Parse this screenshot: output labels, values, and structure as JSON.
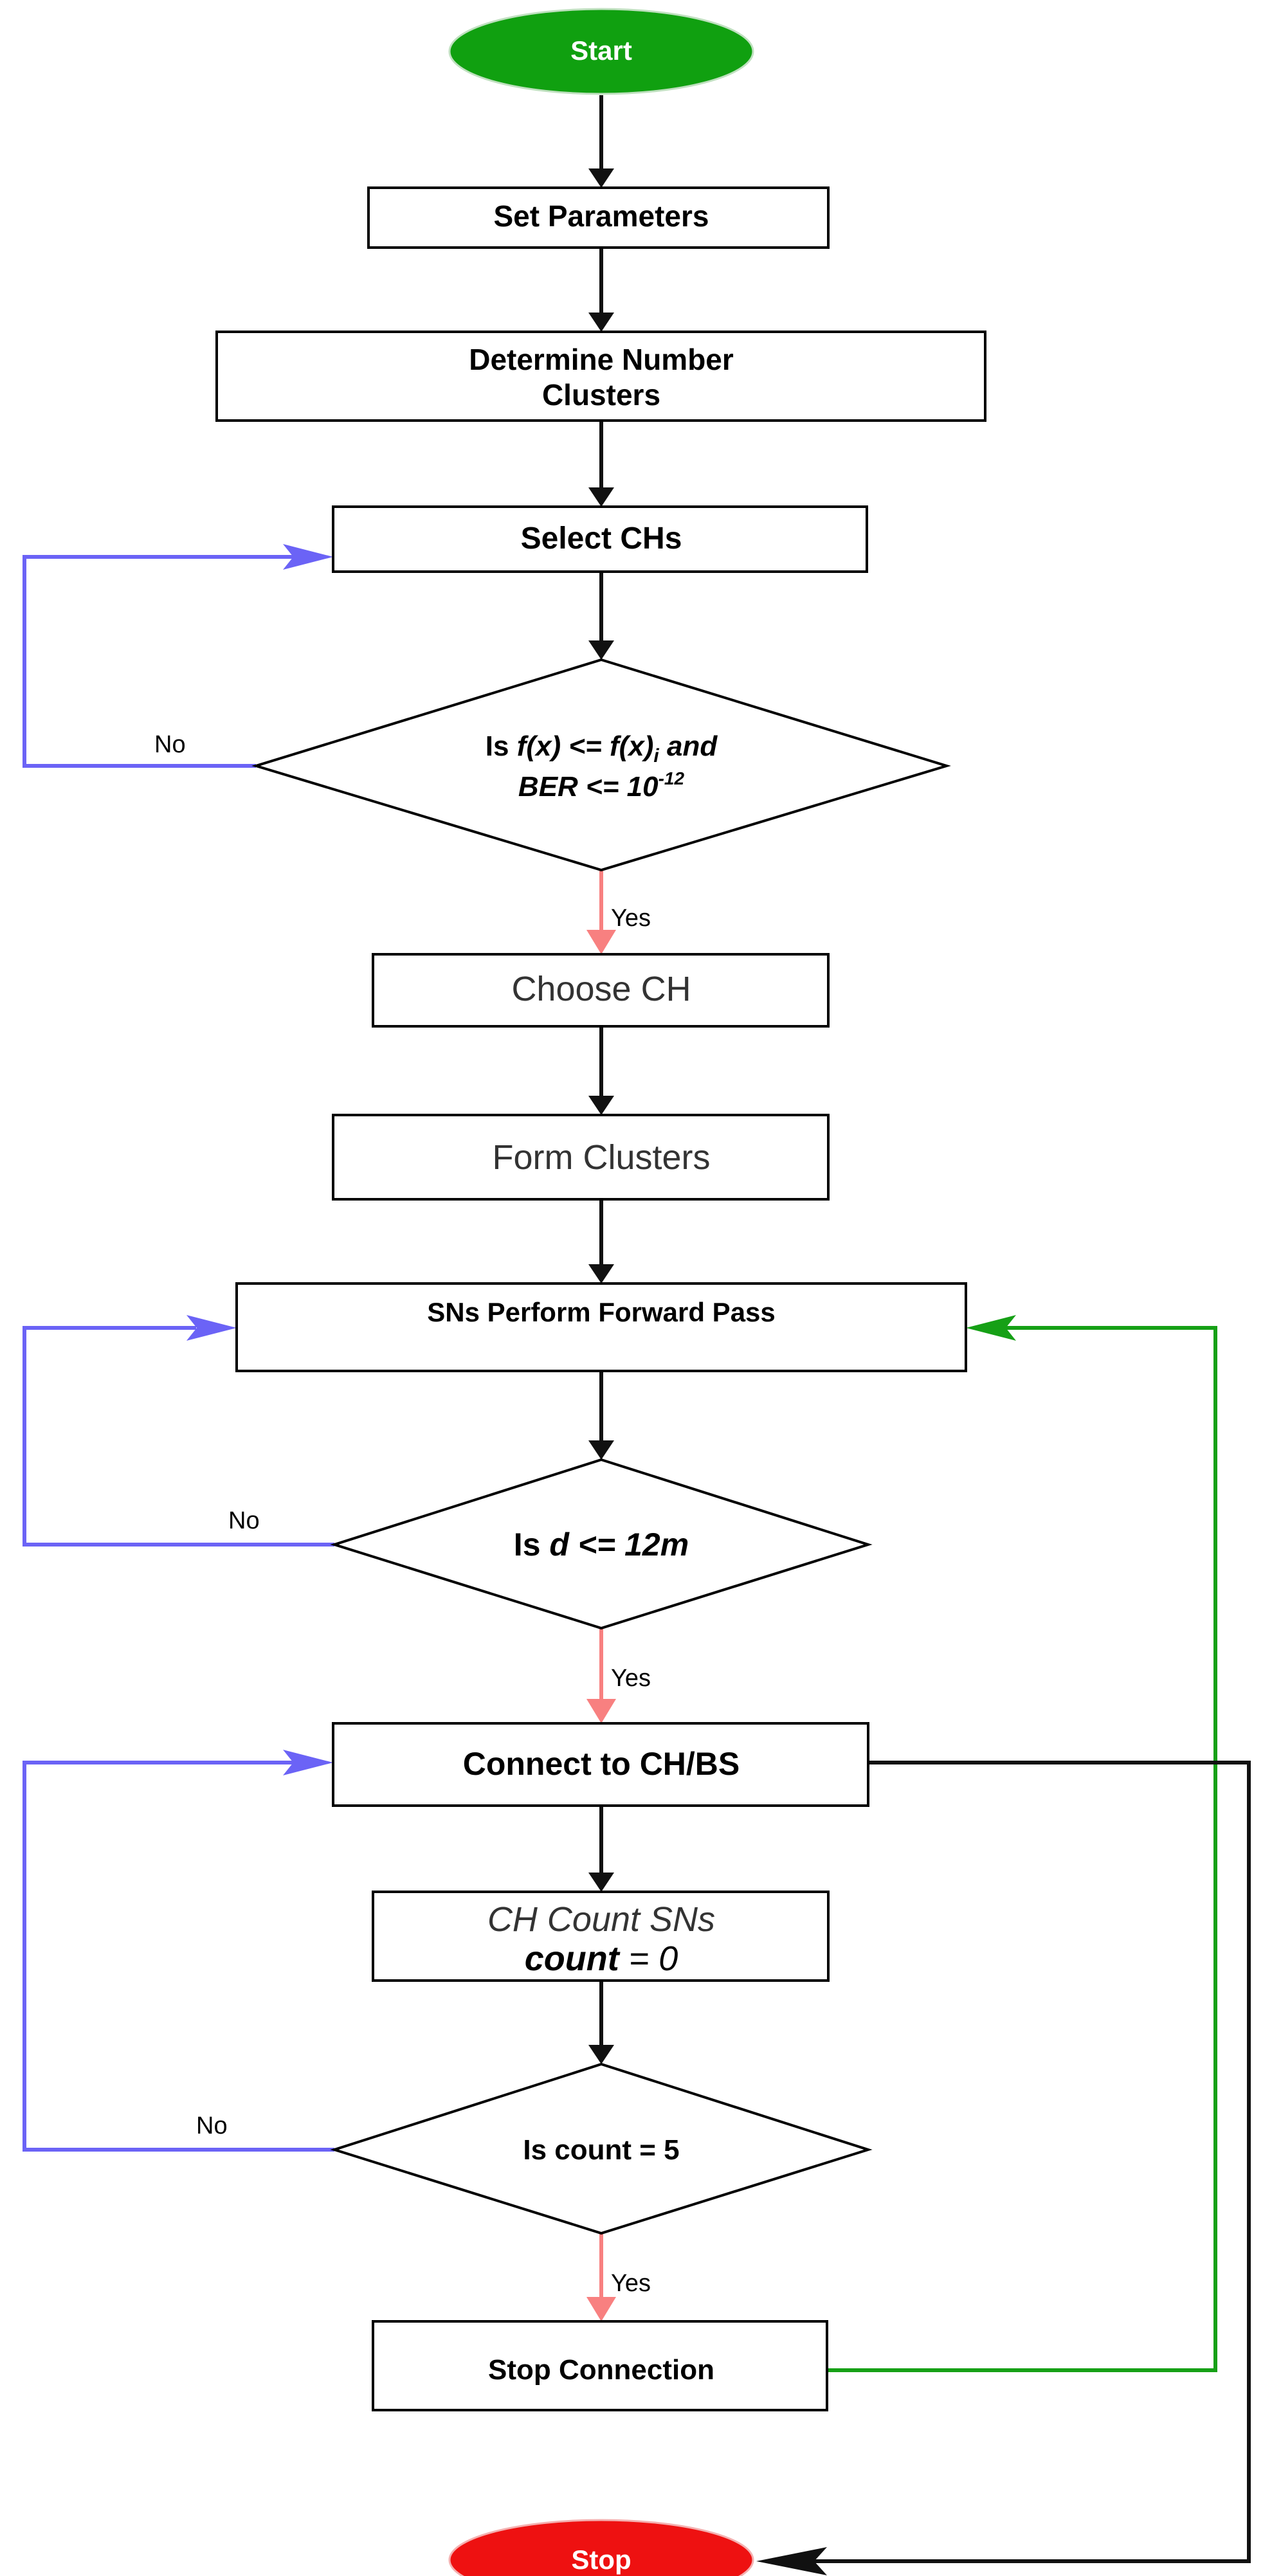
{
  "colors": {
    "start_fill": "#10a010",
    "stop_fill": "#ee1111",
    "no_edge": "#6b63f6",
    "yes_edge": "#f88080",
    "green_edge": "#16a016",
    "black_edge": "#111111"
  },
  "nodes": {
    "start": {
      "label": "Start"
    },
    "set_parameters": {
      "label": "Set Parameters"
    },
    "determine_clusters": {
      "line1": "Determine Number",
      "line2": "Clusters"
    },
    "select_chs": {
      "label": "Select CHs"
    },
    "decision_fx": {
      "l1_is": "Is ",
      "l1_fx": "f(x)",
      "l1_op": " <= ",
      "l1_fxi": "f(x)",
      "l1_sub": "i",
      "l1_and": " and",
      "l2_ber": "BER <= 10",
      "l2_exp": "-12"
    },
    "choose_ch": {
      "label": "Choose CH"
    },
    "form_clusters": {
      "label": "Form Clusters"
    },
    "forward_pass": {
      "label": "SNs Perform Forward Pass"
    },
    "decision_d": {
      "is": "Is ",
      "expr": "d <= 12m"
    },
    "connect": {
      "label": "Connect to CH/BS"
    },
    "ch_count": {
      "line1": "CH Count SNs",
      "line2_bold": "count",
      "line2_rest": " = 0"
    },
    "decision_count": {
      "label": "Is count = 5"
    },
    "stop_connection": {
      "label": "Stop Connection"
    },
    "stop": {
      "label": "Stop"
    }
  },
  "edge_labels": {
    "no_1": "No",
    "yes_1": "Yes",
    "no_2": "No",
    "yes_2": "Yes",
    "no_3": "No",
    "yes_3": "Yes"
  }
}
